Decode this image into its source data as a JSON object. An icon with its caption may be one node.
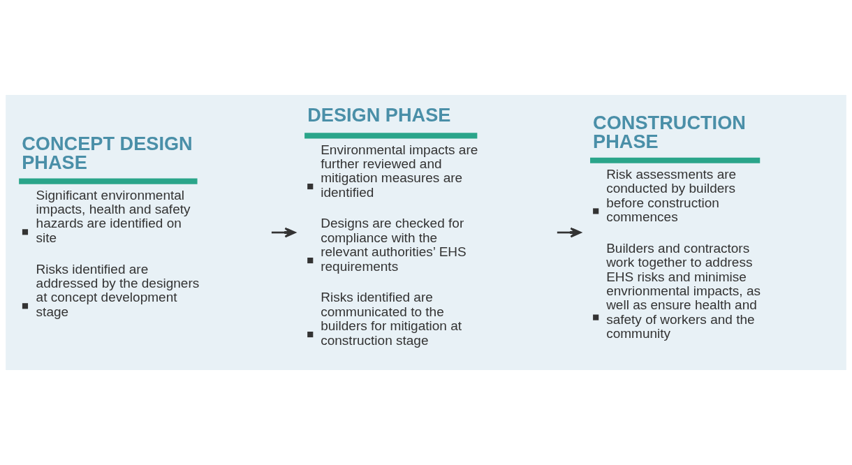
{
  "diagram": {
    "nodes": [
      {
        "text": [
          "CONCEPT DESIGN PHASE",
          "Significant environmental impacts, health and safety hazards are identified on site",
          "Risks identified are addressed by the designers at concept development stage"
        ]
      },
      {
        "text": [
          "DESIGN PHASE",
          "Environmental impacts are further reviewed and mitigation measures are identified",
          "Designs are checked for compliance with the relevant authorities’ EHS requirements",
          "Risks identified are communicated to the builders for mitigation at construction stage"
        ]
      },
      {
        "text": [
          "CONSTRUCTION PHASE",
          "Risk assessments are conducted by builders before construction commences",
          "Builders and contractors work together to address EHS risks and minimise envrionmental impacts, as well as ensure health and safety of workers and the community"
        ]
      }
    ],
    "edges": [
      {
        "from": 0,
        "to": 1,
        "arrow": "to"
      },
      {
        "from": 1,
        "to": 2,
        "arrow": "to"
      }
    ]
  }
}
